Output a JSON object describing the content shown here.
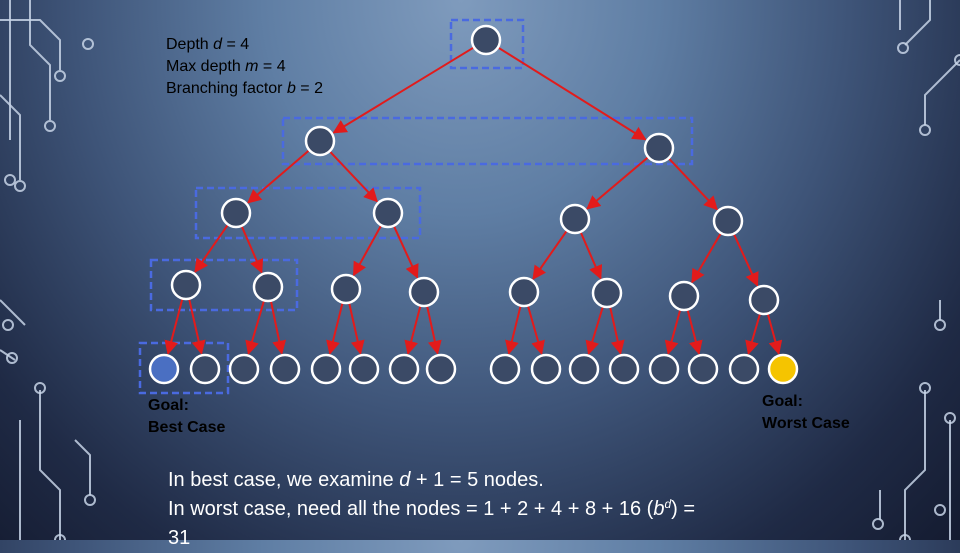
{
  "params": {
    "depth": {
      "text": "Depth ",
      "var": "d",
      "rest": " = 4"
    },
    "max_depth": {
      "text": "Max depth ",
      "var": "m",
      "rest": " = 4"
    },
    "branching": {
      "text": "Branching factor ",
      "var": "b",
      "rest": " = 2"
    }
  },
  "goal_best": {
    "line1": "Goal:",
    "line2": "Best Case"
  },
  "goal_worst": {
    "line1": "Goal:",
    "line2": "Worst Case"
  },
  "summary": {
    "line1_a": "In best case, we examine ",
    "line1_var": "d",
    "line1_b": " + 1 = 5 nodes.",
    "line2_a": "In worst case, need all the nodes = 1 + 2 + 4 + 8 + 16 (",
    "line2_base": "b",
    "line2_exp": "d",
    "line2_b": ") =",
    "line3": "31"
  },
  "tree": {
    "branching": 2,
    "depth": 4,
    "best_goal_leaf": 0,
    "worst_goal_leaf": 15,
    "colors": {
      "edge": "#e21b1b",
      "node_fill": "#3b4a66",
      "node_stroke": "#ffffff",
      "best_goal": "#4a6fc2",
      "worst_goal": "#f5c400",
      "frontier_box": "#4a6ae0"
    }
  }
}
